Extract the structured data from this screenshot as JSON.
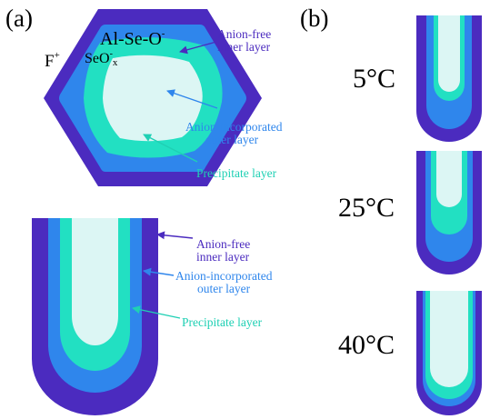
{
  "panel_a": {
    "label": "(a)",
    "species": {
      "al_se_o": {
        "base": "Al-Se-O",
        "sup": "-"
      },
      "f": {
        "base": "F",
        "sup": "+"
      },
      "seox": {
        "base": "SeO",
        "sup": "-",
        "sub": "x"
      }
    },
    "hexagon_callouts": {
      "inner": {
        "line1": "Anion-free",
        "line2": "inner layer"
      },
      "outer": {
        "line1": "Anion-incorporated",
        "line2": "outer layer"
      },
      "precip": {
        "line1": "Precipitate layer"
      }
    },
    "tube_callouts": {
      "inner": {
        "line1": "Anion-free",
        "line2": "inner layer"
      },
      "outer": {
        "line1": "Anion-incorporated",
        "line2": "outer layer"
      },
      "precip": {
        "line1": "Precipitate layer"
      }
    }
  },
  "panel_b": {
    "label": "(b)",
    "temperatures": [
      "5°C",
      "25°C",
      "40°C"
    ]
  },
  "colors": {
    "inner_layer": "#4b2bbf",
    "outer_layer": "#2f86ec",
    "precipitate_layer": "#22e0c2",
    "core": "#dcf6f4",
    "inner_label": "#4b2bbf",
    "outer_label": "#2f86ec",
    "precip_label": "#1fd0b4"
  }
}
